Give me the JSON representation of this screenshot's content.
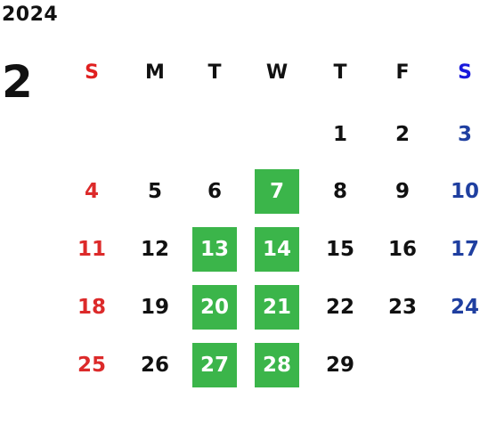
{
  "calendar": {
    "year": "2024",
    "month": "2",
    "weekdays": [
      "S",
      "M",
      "T",
      "W",
      "T",
      "F",
      "S"
    ],
    "weekday_colors": [
      "#e02020",
      "#111111",
      "#111111",
      "#111111",
      "#111111",
      "#111111",
      "#1a1adc"
    ],
    "day_colors": [
      "#dc2a2a",
      "#111111",
      "#111111",
      "#111111",
      "#111111",
      "#111111",
      "#1f3fa0"
    ],
    "highlight_color": "#3bb54a",
    "weeks": [
      [
        "",
        "",
        "",
        "",
        "1",
        "2",
        "3"
      ],
      [
        "4",
        "5",
        "6",
        "7",
        "8",
        "9",
        "10"
      ],
      [
        "11",
        "12",
        "13",
        "14",
        "15",
        "16",
        "17"
      ],
      [
        "18",
        "19",
        "20",
        "21",
        "22",
        "23",
        "24"
      ],
      [
        "25",
        "26",
        "27",
        "28",
        "29",
        "",
        ""
      ]
    ],
    "highlighted_days": [
      "7",
      "13",
      "14",
      "20",
      "21",
      "27",
      "28"
    ]
  }
}
